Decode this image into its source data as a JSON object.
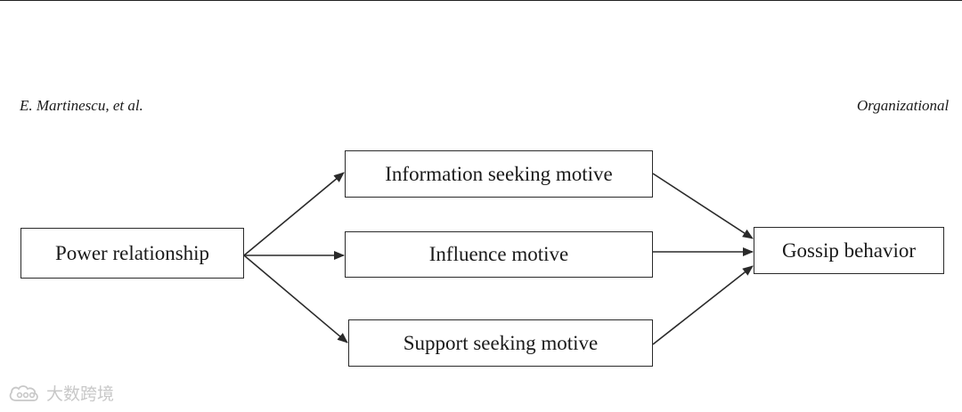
{
  "header": {
    "left_text": "E. Martinescu, et al.",
    "right_text": "Organizational"
  },
  "diagram": {
    "nodes": {
      "power": "Power relationship",
      "info": "Information seeking motive",
      "influence": "Influence motive",
      "support": "Support seeking motive",
      "gossip": "Gossip behavior"
    },
    "edges": [
      {
        "from": "power",
        "to": "info"
      },
      {
        "from": "power",
        "to": "influence"
      },
      {
        "from": "power",
        "to": "support"
      },
      {
        "from": "info",
        "to": "gossip"
      },
      {
        "from": "influence",
        "to": "gossip"
      },
      {
        "from": "support",
        "to": "gossip"
      }
    ]
  },
  "watermark": {
    "text": "大数跨境",
    "icon": "cloud-logo-icon"
  }
}
